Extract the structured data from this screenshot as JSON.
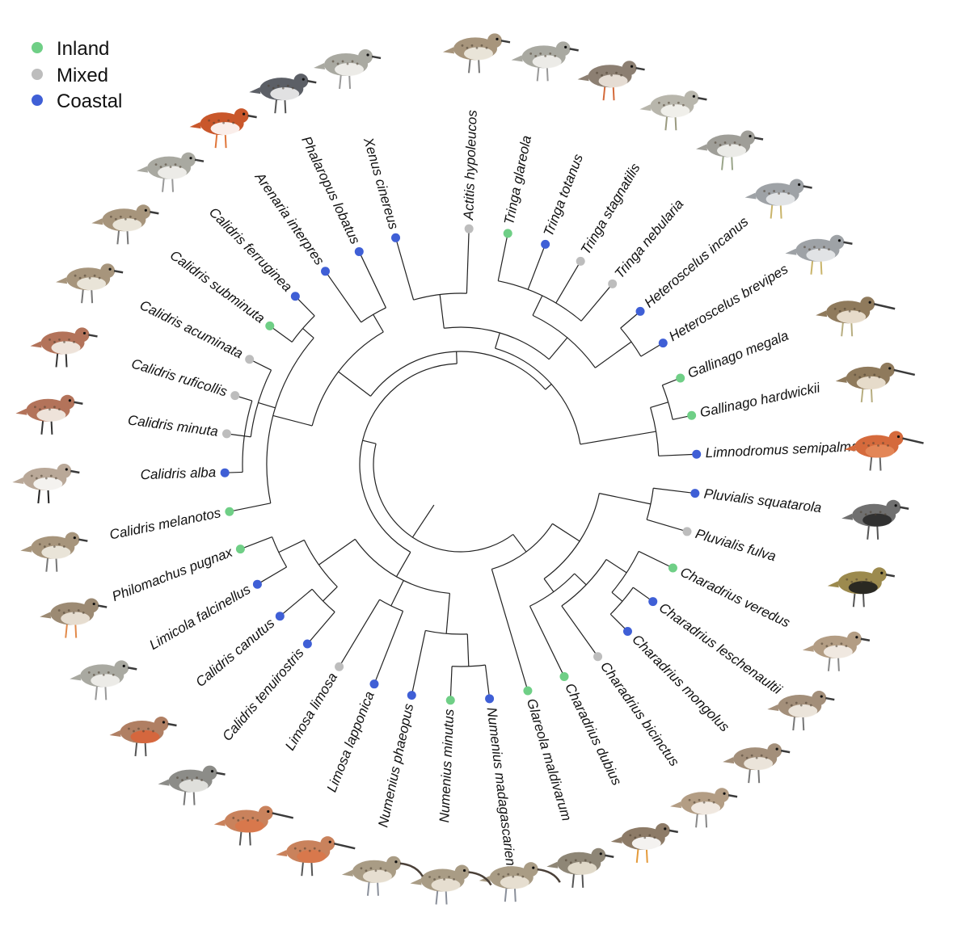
{
  "legend": [
    {
      "label": "Inland",
      "color": "#6fcf86"
    },
    {
      "label": "Mixed",
      "color": "#bdbdbd"
    },
    {
      "label": "Coastal",
      "color": "#3f5fd6"
    }
  ],
  "habitat_colors": {
    "inland": "#6fcf86",
    "mixed": "#bdbdbd",
    "coastal": "#3f5fd6"
  },
  "taxa": [
    {
      "name": "Actitis hypoleucos",
      "habitat": "mixed",
      "bird": "sandpiper-brown"
    },
    {
      "name": "Tringa glareola",
      "habitat": "inland",
      "bird": "sandpiper-grey"
    },
    {
      "name": "Tringa totanus",
      "habitat": "coastal",
      "bird": "redshank"
    },
    {
      "name": "Tringa stagnatilis",
      "habitat": "mixed",
      "bird": "sandpiper-pale"
    },
    {
      "name": "Tringa nebularia",
      "habitat": "mixed",
      "bird": "greenshank"
    },
    {
      "name": "Heteroscelus incanus",
      "habitat": "coastal",
      "bird": "tattler"
    },
    {
      "name": "Heteroscelus brevipes",
      "habitat": "coastal",
      "bird": "tattler"
    },
    {
      "name": "Gallinago megala",
      "habitat": "inland",
      "bird": "snipe"
    },
    {
      "name": "Gallinago hardwickii",
      "habitat": "inland",
      "bird": "snipe"
    },
    {
      "name": "Limnodromus semipalmatus",
      "habitat": "coastal",
      "bird": "dowitcher"
    },
    {
      "name": "Pluvialis squatarola",
      "habitat": "coastal",
      "bird": "plover-black"
    },
    {
      "name": "Pluvialis fulva",
      "habitat": "mixed",
      "bird": "golden-plover"
    },
    {
      "name": "Charadrius veredus",
      "habitat": "inland",
      "bird": "plover-tan"
    },
    {
      "name": "Charadrius leschenaultii",
      "habitat": "coastal",
      "bird": "plover-rufous"
    },
    {
      "name": "Charadrius mongolus",
      "habitat": "coastal",
      "bird": "plover-rufous"
    },
    {
      "name": "Charadrius bicinctus",
      "habitat": "mixed",
      "bird": "plover-tan"
    },
    {
      "name": "Charadrius dubius",
      "habitat": "inland",
      "bird": "ringed-plover"
    },
    {
      "name": "Glareola maldivarum",
      "habitat": "inland",
      "bird": "pratincole"
    },
    {
      "name": "Numenius madagascariensis",
      "habitat": "coastal",
      "bird": "curlew"
    },
    {
      "name": "Numenius minutus",
      "habitat": "inland",
      "bird": "curlew"
    },
    {
      "name": "Numenius phaeopus",
      "habitat": "coastal",
      "bird": "curlew"
    },
    {
      "name": "Limosa lapponica",
      "habitat": "coastal",
      "bird": "godwit-red"
    },
    {
      "name": "Limosa limosa",
      "habitat": "mixed",
      "bird": "godwit-red"
    },
    {
      "name": "Calidris tenuirostris",
      "habitat": "coastal",
      "bird": "knot-grey"
    },
    {
      "name": "Calidris canutus",
      "habitat": "coastal",
      "bird": "knot-red"
    },
    {
      "name": "Limicola falcinellus",
      "habitat": "coastal",
      "bird": "sandpiper-grey"
    },
    {
      "name": "Philomachus pugnax",
      "habitat": "inland",
      "bird": "ruff"
    },
    {
      "name": "Calidris melanotos",
      "habitat": "inland",
      "bird": "sandpiper-brown"
    },
    {
      "name": "Calidris alba",
      "habitat": "coastal",
      "bird": "sanderling"
    },
    {
      "name": "Calidris minuta",
      "habitat": "mixed",
      "bird": "stint"
    },
    {
      "name": "Calidris ruficollis",
      "habitat": "mixed",
      "bird": "stint"
    },
    {
      "name": "Calidris acuminata",
      "habitat": "mixed",
      "bird": "sandpiper-brown"
    },
    {
      "name": "Calidris subminuta",
      "habitat": "inland",
      "bird": "sandpiper-brown"
    },
    {
      "name": "Calidris ferruginea",
      "habitat": "coastal",
      "bird": "sandpiper-grey"
    },
    {
      "name": "Arenaria interpres",
      "habitat": "coastal",
      "bird": "turnstone"
    },
    {
      "name": "Phalaropus lobatus",
      "habitat": "coastal",
      "bird": "phalarope"
    },
    {
      "name": "Xenus cinereus",
      "habitat": "coastal",
      "bird": "sandpiper-grey"
    }
  ],
  "bird_palettes": {
    "sandpiper-brown": {
      "body": "#a7957c",
      "belly": "#f1ece2",
      "leg": "#777"
    },
    "sandpiper-grey": {
      "body": "#a9a9a1",
      "belly": "#f3f2ee",
      "leg": "#999"
    },
    "sandpiper-pale": {
      "body": "#b8b6ac",
      "belly": "#f6f5f1",
      "leg": "#9a9a80"
    },
    "redshank": {
      "body": "#8c7f72",
      "belly": "#eee7de",
      "leg": "#d46a3a"
    },
    "greenshank": {
      "body": "#9f9e98",
      "belly": "#f3f3f0",
      "leg": "#9aa58a"
    },
    "tattler": {
      "body": "#9ea2a6",
      "belly": "#e8eaec",
      "leg": "#c9b46a"
    },
    "snipe": {
      "body": "#8f7a5c",
      "belly": "#efe6d6",
      "leg": "#b7ad80"
    },
    "dowitcher": {
      "body": "#d56a3c",
      "belly": "#e48a5a",
      "leg": "#666"
    },
    "plover-black": {
      "body": "#707070",
      "belly": "#2a2a2a",
      "leg": "#555"
    },
    "golden-plover": {
      "body": "#9c8a4e",
      "belly": "#1e1e1e",
      "leg": "#555"
    },
    "plover-tan": {
      "body": "#b39d84",
      "belly": "#f6f1ea",
      "leg": "#888"
    },
    "plover-rufous": {
      "body": "#a38f7a",
      "belly": "#f3ede4",
      "leg": "#777"
    },
    "ringed-plover": {
      "body": "#8d7b67",
      "belly": "#ffffff",
      "leg": "#e49a3a"
    },
    "pratincole": {
      "body": "#8e8676",
      "belly": "#e9e2d3",
      "leg": "#555"
    },
    "curlew": {
      "body": "#a99c85",
      "belly": "#ece5d8",
      "leg": "#8a8f9a"
    },
    "godwit-red": {
      "body": "#c9825c",
      "belly": "#d9774a",
      "leg": "#555"
    },
    "knot-grey": {
      "body": "#8c8c88",
      "belly": "#e8e8e4",
      "leg": "#777"
    },
    "knot-red": {
      "body": "#b07f63",
      "belly": "#d9653a",
      "leg": "#555"
    },
    "ruff": {
      "body": "#9c8a73",
      "belly": "#eee6da",
      "leg": "#e28a4a"
    },
    "sanderling": {
      "body": "#b9a898",
      "belly": "#fbfaf8",
      "leg": "#222"
    },
    "stint": {
      "body": "#b3735a",
      "belly": "#f4efe8",
      "leg": "#333"
    },
    "turnstone": {
      "body": "#c9572b",
      "belly": "#ffffff",
      "leg": "#e0763a"
    },
    "phalarope": {
      "body": "#5c5f66",
      "belly": "#f0f0f0",
      "leg": "#555"
    }
  }
}
